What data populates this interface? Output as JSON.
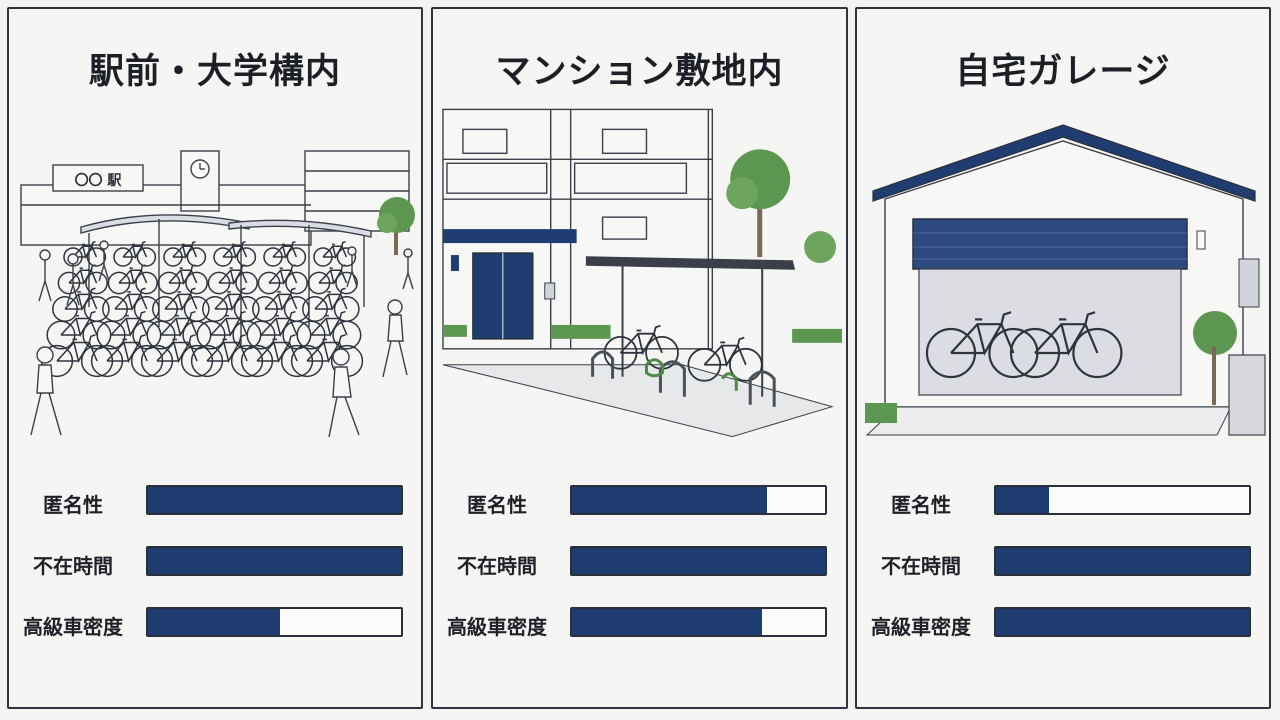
{
  "panels": [
    {
      "title": "駅前・大学構内",
      "sign": "〇〇 駅",
      "metrics": [
        {
          "label": "匿名性",
          "value": 1.0
        },
        {
          "label": "不在時間",
          "value": 1.0
        },
        {
          "label": "高級車密度",
          "value": 0.52
        }
      ]
    },
    {
      "title": "マンション敷地内",
      "metrics": [
        {
          "label": "匿名性",
          "value": 0.77
        },
        {
          "label": "不在時間",
          "value": 1.0
        },
        {
          "label": "高級車密度",
          "value": 0.75
        }
      ]
    },
    {
      "title": "自宅ガレージ",
      "metrics": [
        {
          "label": "匿名性",
          "value": 0.21
        },
        {
          "label": "不在時間",
          "value": 1.0
        },
        {
          "label": "高級車密度",
          "value": 1.0
        }
      ]
    }
  ],
  "colors": {
    "bar_fill": "#1f3d70",
    "bar_border": "#2a2f3a",
    "accent_green": "#4f8a45"
  }
}
